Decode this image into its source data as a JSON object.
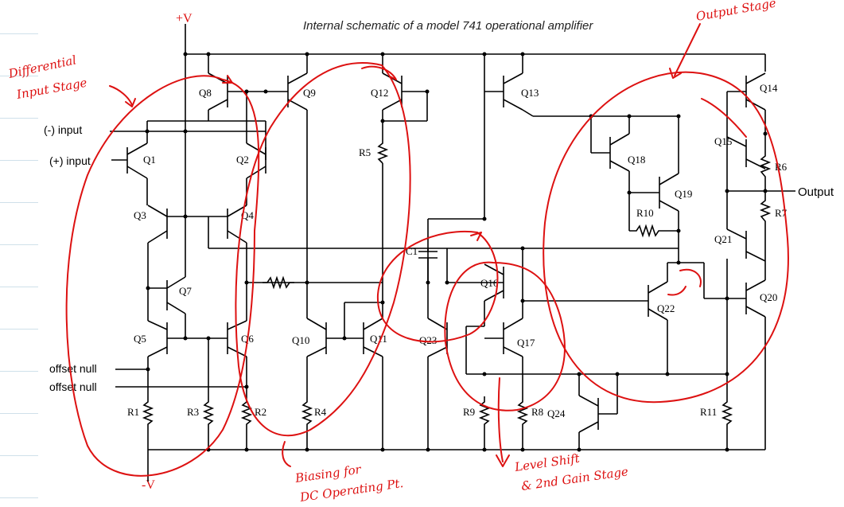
{
  "title": "Internal schematic of a model 741 operational amplifier",
  "rails": {
    "positive": "+V",
    "negative": "-V"
  },
  "pins": {
    "inverting_input": "(-) input",
    "noninverting_input": "(+) input",
    "offset_null_1": "offset null",
    "offset_null_2": "offset null",
    "output": "Output"
  },
  "transistors": [
    "Q1",
    "Q2",
    "Q3",
    "Q4",
    "Q5",
    "Q6",
    "Q7",
    "Q8",
    "Q9",
    "Q10",
    "Q11",
    "Q12",
    "Q13",
    "Q14",
    "Q15",
    "Q16",
    "Q17",
    "Q18",
    "Q19",
    "Q20",
    "Q21",
    "Q22",
    "Q23",
    "Q24"
  ],
  "resistors": [
    "R1",
    "R2",
    "R3",
    "R4",
    "R5",
    "R6",
    "R7",
    "R8",
    "R9",
    "R10",
    "R11"
  ],
  "capacitors": [
    "C1"
  ],
  "annotations": {
    "differential_input_stage": [
      "Differential",
      "Input Stage"
    ],
    "output_stage": "Output Stage",
    "biasing": [
      "Biasing for",
      "DC Operating Pt."
    ],
    "level_shift": [
      "Level Shift",
      "& 2nd Gain Stage"
    ]
  },
  "colors": {
    "ink": "#000000",
    "annotation": "#dd1111",
    "ruled_lines": "#cfe0ea"
  }
}
